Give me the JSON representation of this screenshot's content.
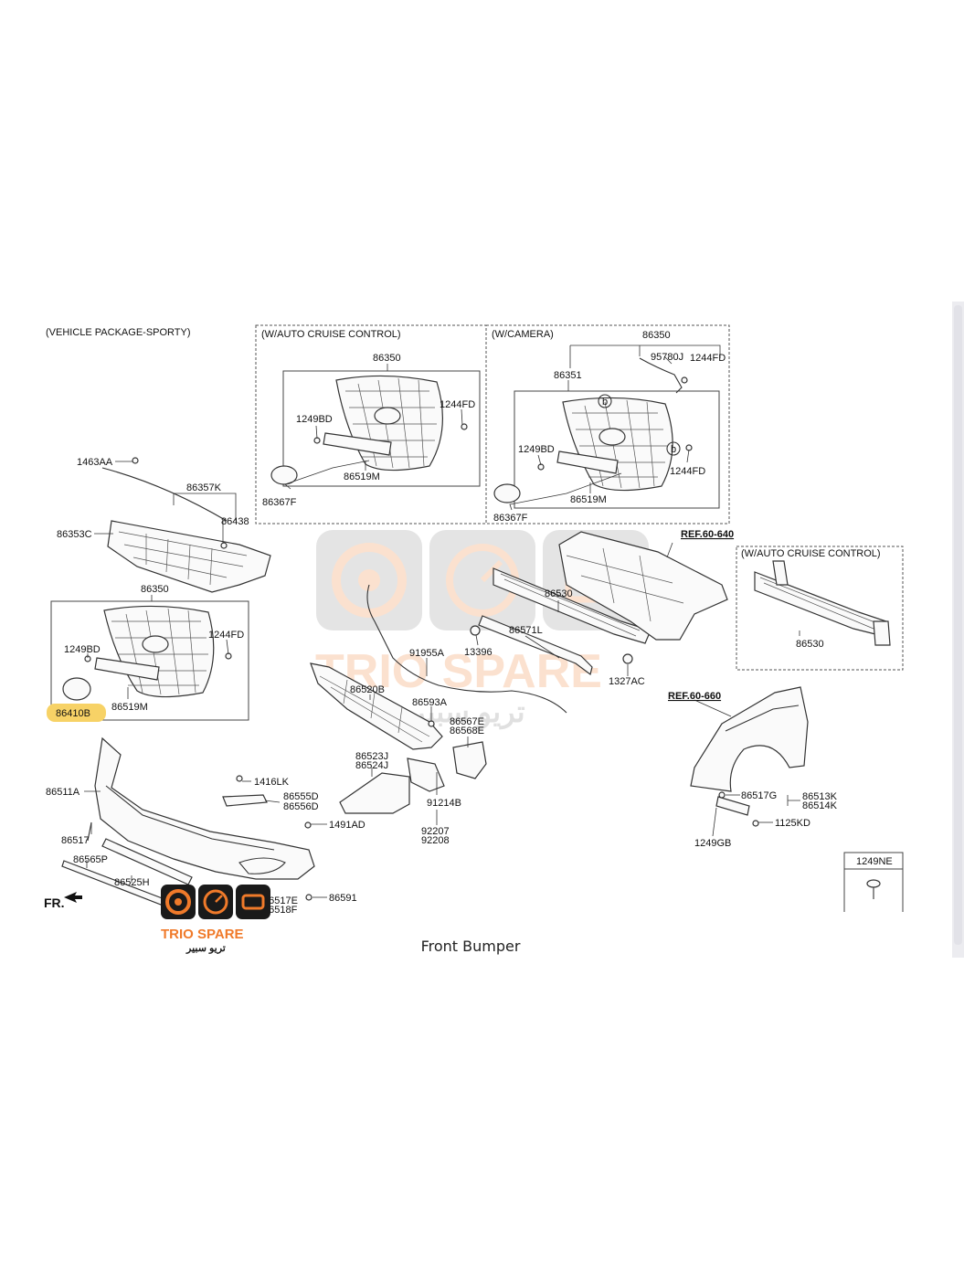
{
  "labels": {
    "vehicle_package": "(VEHICLE PACKAGE-SPORTY)",
    "auto_cruise_1": "(W/AUTO CRUISE CONTROL)",
    "camera": "(W/CAMERA)",
    "auto_cruise_2": "(W/AUTO CRUISE CONTROL)",
    "ref_640": "REF.60-640",
    "ref_660": "REF.60-660",
    "fr": "FR.",
    "box_1249ne": "1249NE"
  },
  "parts": {
    "p1463AA": "1463AA",
    "p86357K": "86357K",
    "p86353C": "86353C",
    "p86438": "86438",
    "p86350_a": "86350",
    "p86350_b": "86350",
    "p86350_c": "86350",
    "p1244FD_a": "1244FD",
    "p1244FD_b": "1244FD",
    "p1244FD_c": "1244FD",
    "p1244FD_d": "1244FD",
    "p1249BD_a": "1249BD",
    "p1249BD_b": "1249BD",
    "p1249BD_c": "1249BD",
    "p86519M_a": "86519M",
    "p86519M_b": "86519M",
    "p86519M_c": "86519M",
    "p86367F_a": "86367F",
    "p86367F_b": "86367F",
    "p95780J": "95780J",
    "p86351": "86351",
    "p86410B": "86410B",
    "p86530_a": "86530",
    "p86530_b": "86530",
    "p86571L": "86571L",
    "p13396": "13396",
    "p1327AC": "1327AC",
    "p91955A": "91955A",
    "p86520B": "86520B",
    "p86593A": "86593A",
    "p86567E": "86567E",
    "p86568E": "86568E",
    "p86523J": "86523J",
    "p86524J": "86524J",
    "p91214B": "91214B",
    "p92207": "92207",
    "p92208": "92208",
    "p1416LK": "1416LK",
    "p86555D": "86555D",
    "p86556D": "86556D",
    "p86511A": "86511A",
    "p86517": "86517",
    "p1491AD": "1491AD",
    "p86565P": "86565P",
    "p86525H": "86525H",
    "p86591": "86591",
    "p86517E": "86517E",
    "p86518F": "86518F",
    "p86517G": "86517G",
    "p86513K": "86513K",
    "p86514K": "86514K",
    "p1125KD": "1125KD",
    "p1249GB": "1249GB"
  },
  "callouts": {
    "b1": "b",
    "b2": "b"
  },
  "watermark": {
    "brand": "TRIO SPARE",
    "brand_ar": "تريو سبير"
  },
  "logo": {
    "brand": "TRIO SPARE",
    "brand_ar": "تريو سبير"
  },
  "caption": "Front Bumper",
  "colors": {
    "highlight": "#f7d266",
    "brand_orange": "#f07a2a",
    "logo_dark": "#1a1a1a"
  }
}
